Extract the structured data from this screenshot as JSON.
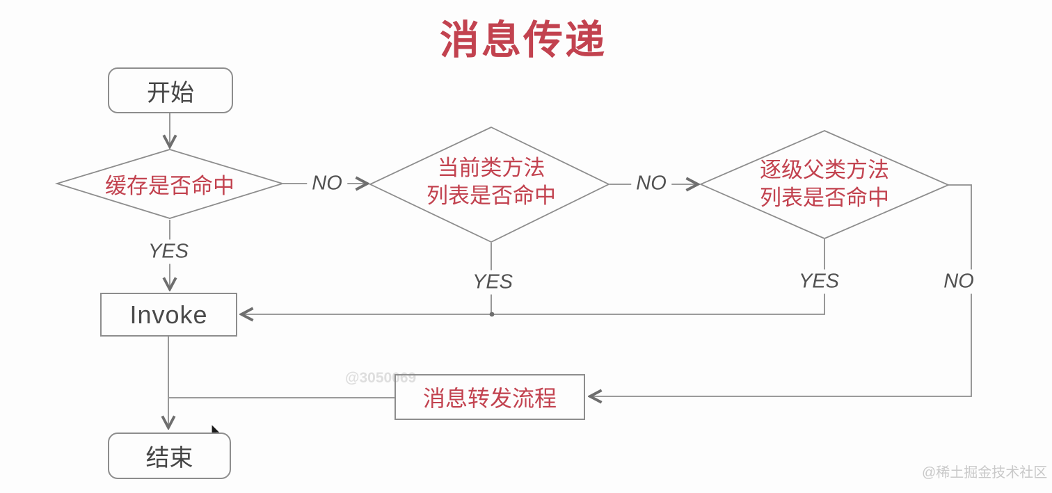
{
  "title": "消息传递",
  "colors": {
    "accent_red": "#c2424f",
    "line_gray": "#8d8d8d",
    "arrow_gray": "#6e6e6e",
    "node_text_dark": "#454545",
    "watermark_gray": "#dedede",
    "background": "#fdfdfd"
  },
  "nodes": {
    "start": {
      "label": "开始"
    },
    "cache_check": {
      "label": "缓存是否命中"
    },
    "class_check": {
      "line1": "当前类方法",
      "line2": "列表是否命中"
    },
    "super_check": {
      "line1": "逐级父类方法",
      "line2": "列表是否命中"
    },
    "invoke": {
      "label": "Invoke"
    },
    "forward": {
      "label": "消息转发流程"
    },
    "end": {
      "label": "结束"
    }
  },
  "edge_labels": {
    "cache_yes": "YES",
    "cache_no": "NO",
    "class_yes": "YES",
    "class_no": "NO",
    "super_yes": "YES",
    "super_no": "NO"
  },
  "watermarks": {
    "center": "@3050069",
    "corner": "@稀土掘金技术社区"
  }
}
